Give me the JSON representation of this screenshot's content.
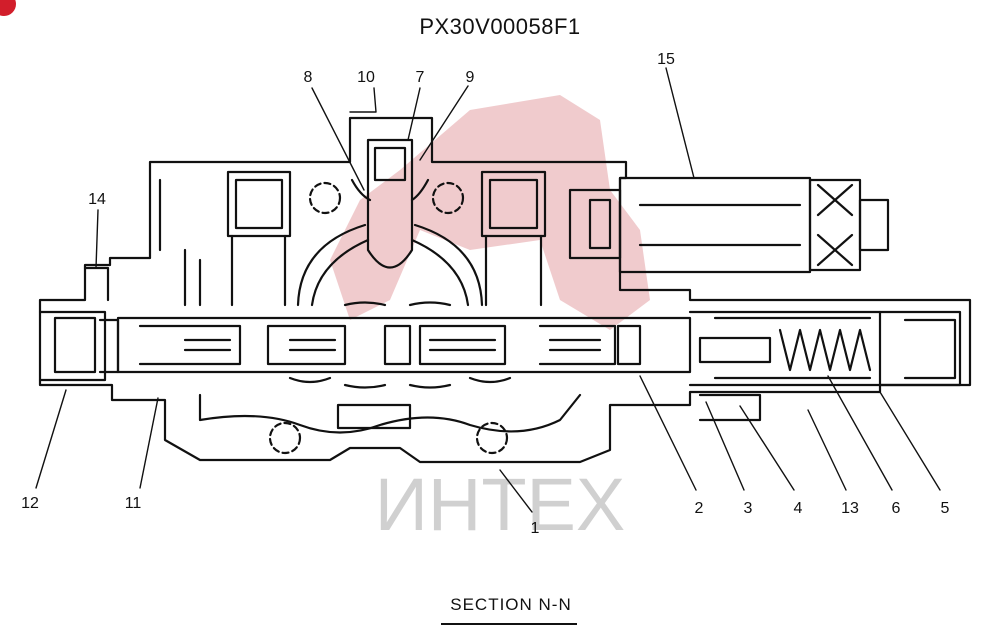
{
  "drawing_number": "PX30V00058F1",
  "caption": "SECTION N-N",
  "watermark": {
    "text": "ИНТЕХ",
    "color": "#e3a0a4",
    "text_color": "#d0d0d0"
  },
  "callouts": [
    "1",
    "2",
    "3",
    "4",
    "5",
    "6",
    "7",
    "8",
    "9",
    "10",
    "11",
    "12",
    "13",
    "14",
    "15"
  ],
  "colors": {
    "line": "#111111",
    "badge": "#d21e2b"
  }
}
